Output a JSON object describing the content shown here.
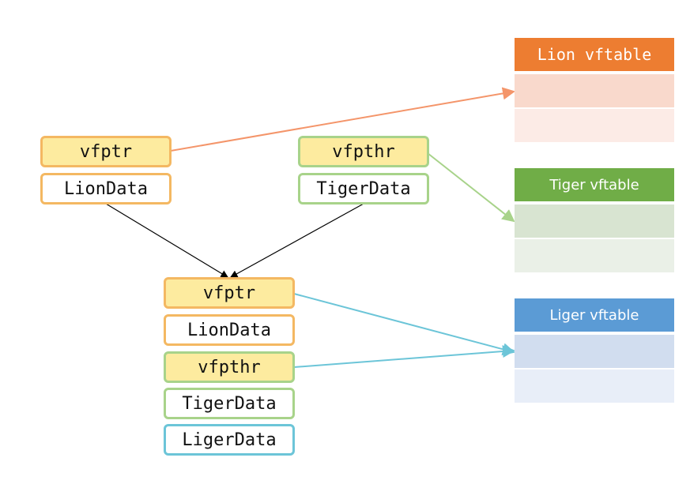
{
  "lion": {
    "ptr_label": "vfptr",
    "data_label": "LionData"
  },
  "tiger": {
    "ptr_label": "vfpthr",
    "data_label": "TigerData"
  },
  "liger": {
    "lion_ptr_label": "vfptr",
    "lion_data_label": "LionData",
    "tiger_ptr_label": "vfpthr",
    "tiger_data_label": "TigerData",
    "liger_data_label": "LigerData"
  },
  "vftables": [
    {
      "title": "Lion vftable",
      "header_color": "#ed7d31",
      "slot1_color": "#f9d9cc",
      "slot2_color": "#fcebe6"
    },
    {
      "title": "Tiger vftable",
      "header_color": "#70ad47",
      "slot1_color": "#d8e4d1",
      "slot2_color": "#eaf0e7"
    },
    {
      "title": "Liger vftable",
      "header_color": "#5b9bd5",
      "slot1_color": "#d1ddef",
      "slot2_color": "#e8eef8"
    }
  ],
  "colors": {
    "lion_arrow": "#f4956a",
    "tiger_arrow": "#a8d38a",
    "liger_arrow": "#6cc5d8",
    "inherit_arrow": "#000000"
  }
}
